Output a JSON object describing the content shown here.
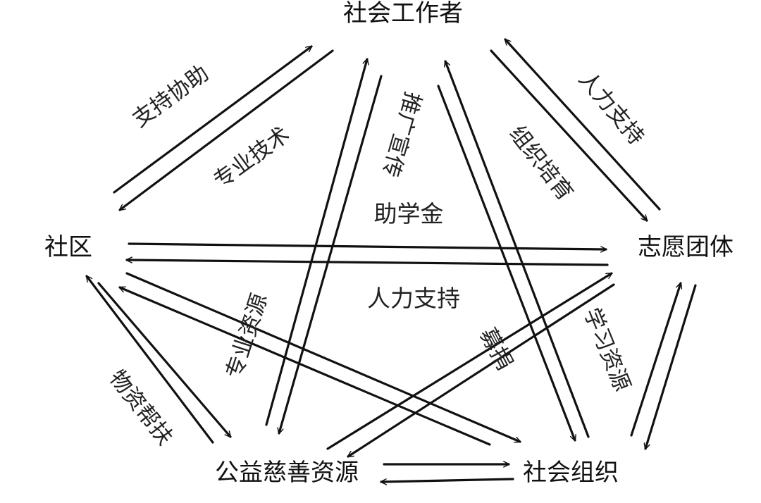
{
  "nodes": {
    "social_worker": "社会工作者",
    "community": "社区",
    "volunteer_group": "志愿团体",
    "charity_resources": "公益慈善资源",
    "social_organization": "社会组织"
  },
  "edge_labels": {
    "support_assist": "支持协助",
    "professional_tech": "专业技术",
    "promotion": "推广宣传",
    "org_training": "组织培育",
    "manpower_support_top": "人力支持",
    "scholarship": "助学金",
    "manpower_support_center": "人力支持",
    "professional_resources": "专业资源",
    "material_help": "物资帮扶",
    "learning_resources": "学习资源",
    "fundraising": "募捐"
  },
  "colors": {
    "line": "#111111",
    "text": "#222222",
    "background": "#ffffff"
  }
}
